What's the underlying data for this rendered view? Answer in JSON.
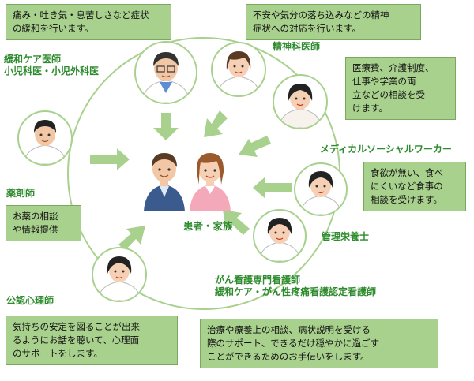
{
  "center": {
    "label": "患者・家族"
  },
  "roles": {
    "palliative": [
      "緩和ケア医師",
      "小児科医・小児外科医"
    ],
    "psychiatrist": "精神科医師",
    "social_worker": "メディカルソーシャルワーカー",
    "pharmacist": "薬剤師",
    "dietitian": "管理栄養士",
    "nurse": [
      "がん看護専門看護師",
      "緩和ケア・がん性疼痛看護認定看護師"
    ],
    "psychologist": "公認心理師"
  },
  "bubbles": {
    "palliative": [
      "痛み・吐き気・息苦しさなど症状",
      "の緩和を行います。"
    ],
    "psychiatrist": [
      "不安や気分の落ち込みなどの精神",
      "症状への対応を行います。"
    ],
    "social_worker": [
      "医療費、介護制度、",
      "仕事や学業の両",
      "立などの相談を受",
      "けます。"
    ],
    "dietitian": [
      "食欲が無い、食べ",
      "にくいなど食事の",
      "相談を受けます。"
    ],
    "pharmacist": [
      "お薬の相談",
      "や情報提供"
    ],
    "psychologist": [
      "気持ちの安定を図ることが出来",
      "るようにお話を聴いて、心理面",
      "のサポートをします。"
    ],
    "nurse": [
      "治療や療養上の相談、病状説明を受ける",
      "際のサポート、できるだけ穏やかに過ごす",
      "ことができるためのお手伝いをします。"
    ]
  },
  "colors": {
    "bubble_fill": "#a9d18e",
    "role_text": "#2e8b2e",
    "arrow": "#a9d18e",
    "circle_line": "#a9d18e"
  }
}
